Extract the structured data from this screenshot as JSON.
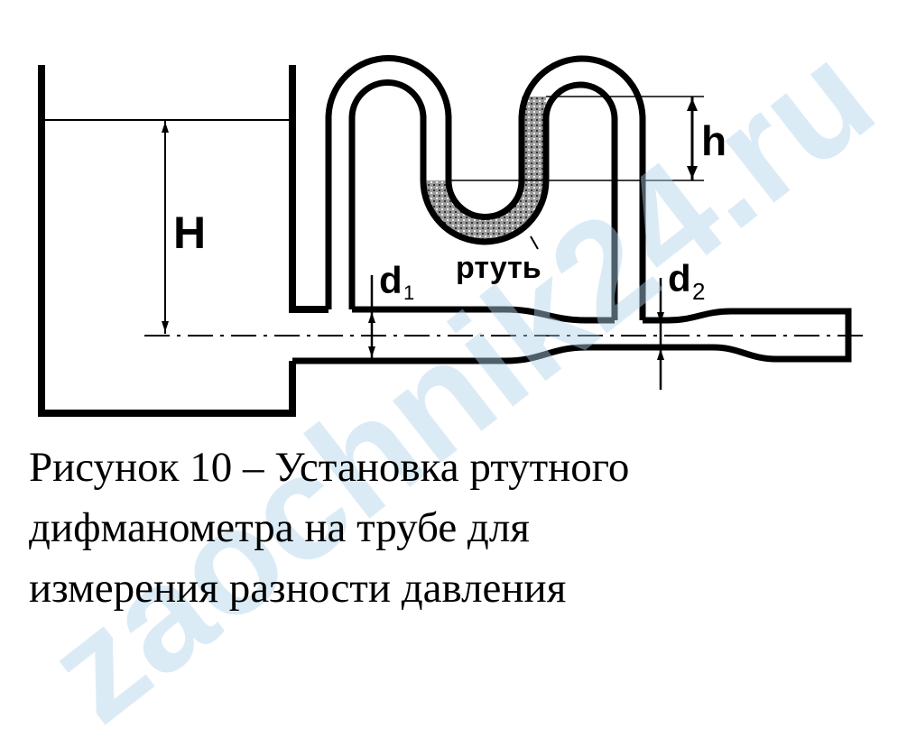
{
  "figure": {
    "labels": {
      "H": "H",
      "h": "h",
      "d1_main": "d",
      "d1_sub": "1",
      "d2_main": "d",
      "d2_sub": "2",
      "mercury": "ртуть"
    },
    "caption_lines": [
      "Рисунок 10 – Установка ртутного",
      "дифманометра на трубе для",
      "измерения разности давления"
    ]
  },
  "watermark": "zaochnik24.ru",
  "colors": {
    "ink": "#000000",
    "mercury": "#8a8a8a",
    "watermark": "#afd2eb"
  }
}
